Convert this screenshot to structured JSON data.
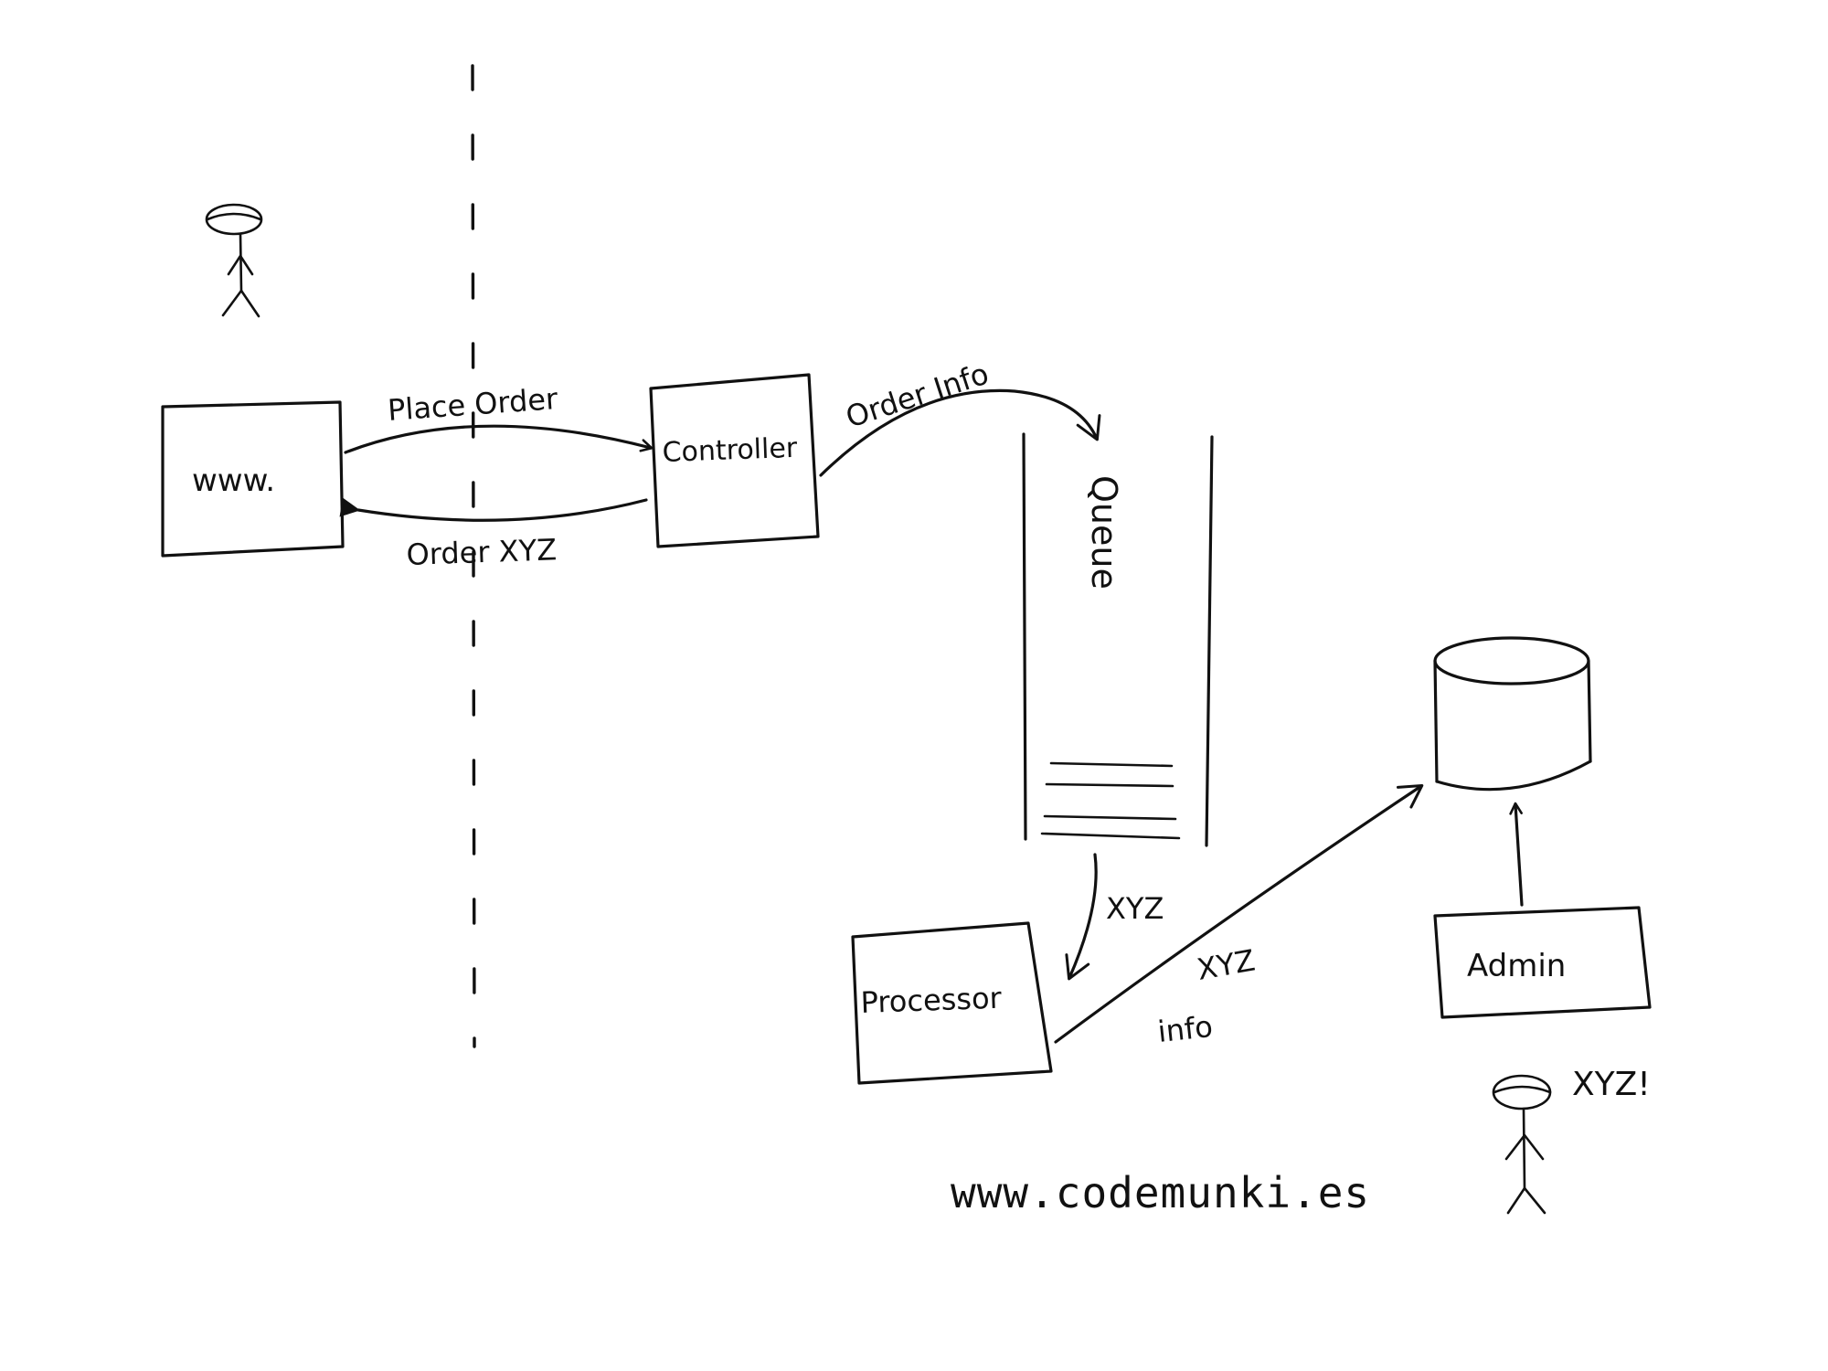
{
  "diagram": {
    "nodes": {
      "www": {
        "label": "www."
      },
      "controller": {
        "label": "Controller"
      },
      "queue": {
        "label": "Queue"
      },
      "processor": {
        "label": "Processor"
      },
      "admin": {
        "label": "Admin"
      },
      "database": {
        "label": ""
      }
    },
    "edges": {
      "place_order": {
        "label": "Place Order"
      },
      "order_xyz": {
        "label": "Order XYZ"
      },
      "order_info": {
        "label": "Order Info"
      },
      "xyz": {
        "label": "XYZ"
      },
      "xyz_info": {
        "line1": "XYZ",
        "line2": "info"
      }
    },
    "admin_user": {
      "speech": "XYZ!"
    }
  },
  "footer": {
    "watermark": "www.codemunki.es"
  }
}
